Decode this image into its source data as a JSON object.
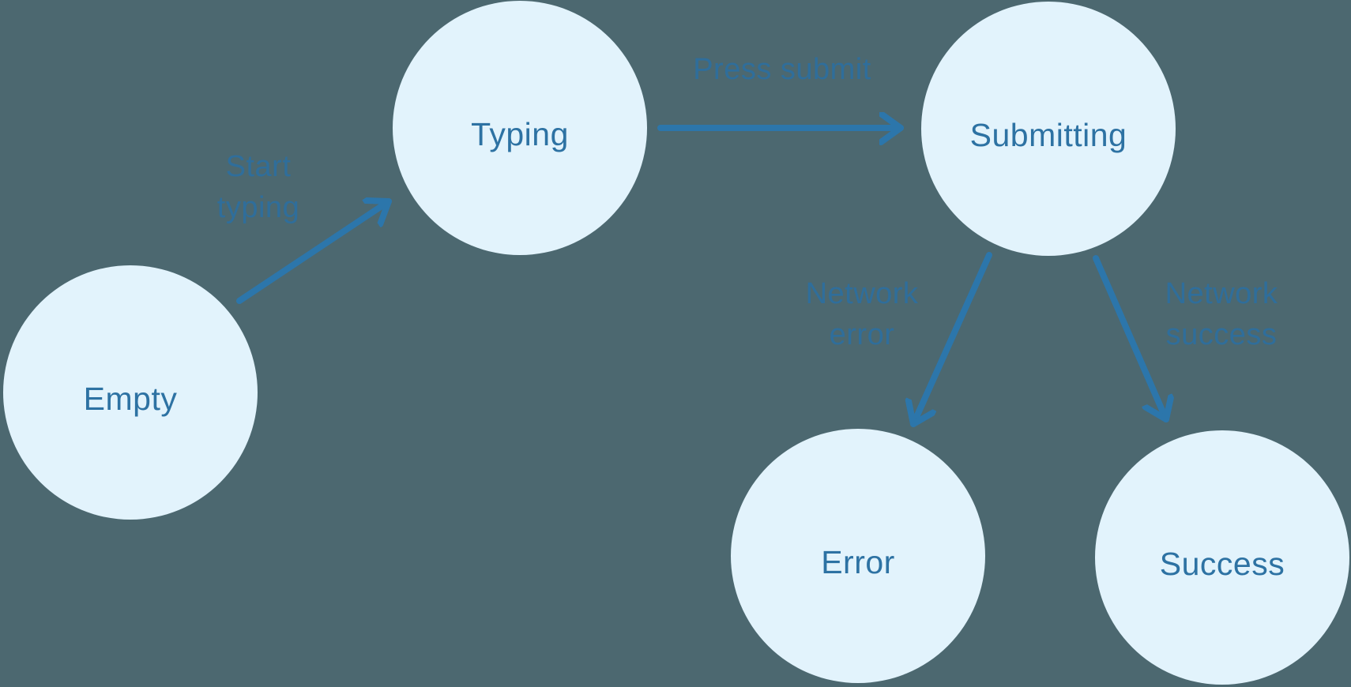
{
  "diagram": {
    "kind": "state-machine",
    "colors": {
      "background": "#4C6870",
      "state_fill": "#E2F3FC",
      "state_label": "#2D72A3",
      "transition_label": "#2F6E9B",
      "arrow": "#2C76AB"
    },
    "states": [
      {
        "id": "empty",
        "label": "Empty"
      },
      {
        "id": "typing",
        "label": "Typing"
      },
      {
        "id": "submitting",
        "label": "Submitting"
      },
      {
        "id": "error",
        "label": "Error"
      },
      {
        "id": "success",
        "label": "Success"
      }
    ],
    "transitions": [
      {
        "id": "start-typing",
        "label": "Start\ntyping",
        "from": "Empty",
        "to": "Typing"
      },
      {
        "id": "press-submit",
        "label": "Press submit",
        "from": "Typing",
        "to": "Submitting"
      },
      {
        "id": "network-error",
        "label": "Network\nerror",
        "from": "Submitting",
        "to": "Error"
      },
      {
        "id": "network-success",
        "label": "Network\nsuccess",
        "from": "Submitting",
        "to": "Success"
      }
    ]
  }
}
